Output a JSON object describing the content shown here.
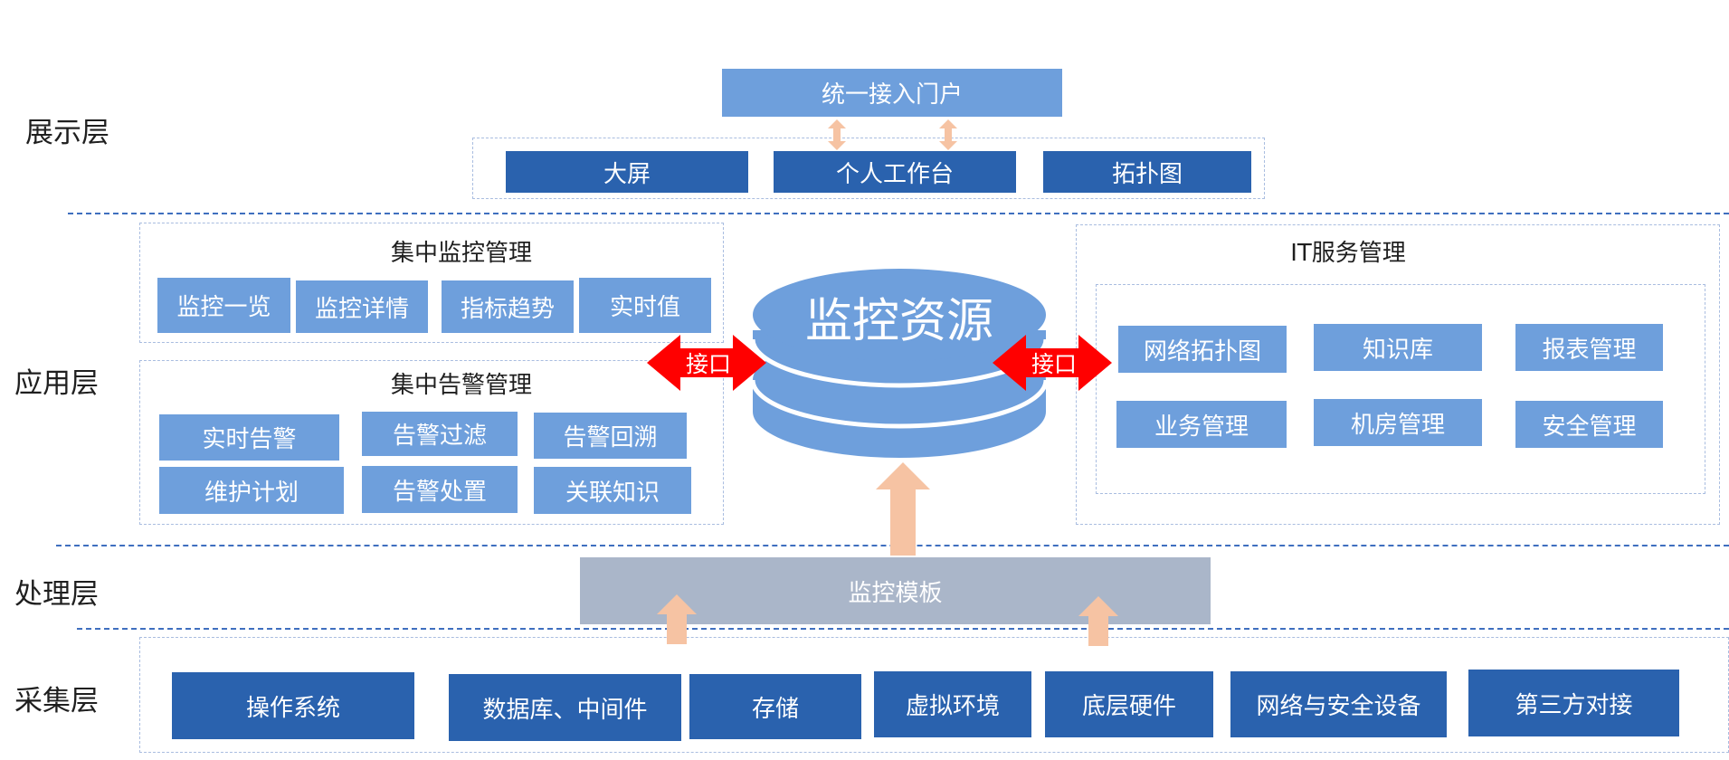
{
  "layers": {
    "display": "展示层",
    "application": "应用层",
    "processing": "处理层",
    "collection": "采集层"
  },
  "display": {
    "portal": "统一接入门户",
    "items": [
      "大屏",
      "个人工作台",
      "拓扑图"
    ]
  },
  "monitoring": {
    "title": "集中监控管理",
    "items": [
      "监控一览",
      "监控详情",
      "指标趋势",
      "实时值"
    ]
  },
  "alarm": {
    "title": "集中告警管理",
    "items": [
      "实时告警",
      "告警过滤",
      "告警回溯",
      "维护计划",
      "告警处置",
      "关联知识"
    ]
  },
  "center": {
    "database": "监控资源",
    "interface_left": "接口",
    "interface_right": "接口"
  },
  "itsm": {
    "title": "IT服务管理",
    "items": [
      "网络拓扑图",
      "知识库",
      "报表管理",
      "业务管理",
      "机房管理",
      "安全管理"
    ]
  },
  "processing": {
    "template": "监控模板"
  },
  "collection": {
    "items": [
      "操作系统",
      "数据库、中间件",
      "存储",
      "虚拟环境",
      "底层硬件",
      "网络与安全设备",
      "第三方对接"
    ]
  },
  "colors": {
    "dark_box": "#2a62ae",
    "light_box": "#6e9fdc",
    "gray_box": "#aab6c9",
    "interface_arrow": "#ff0000",
    "flow_arrow": "#f6c3a3",
    "divider": "#3f6fbf"
  }
}
